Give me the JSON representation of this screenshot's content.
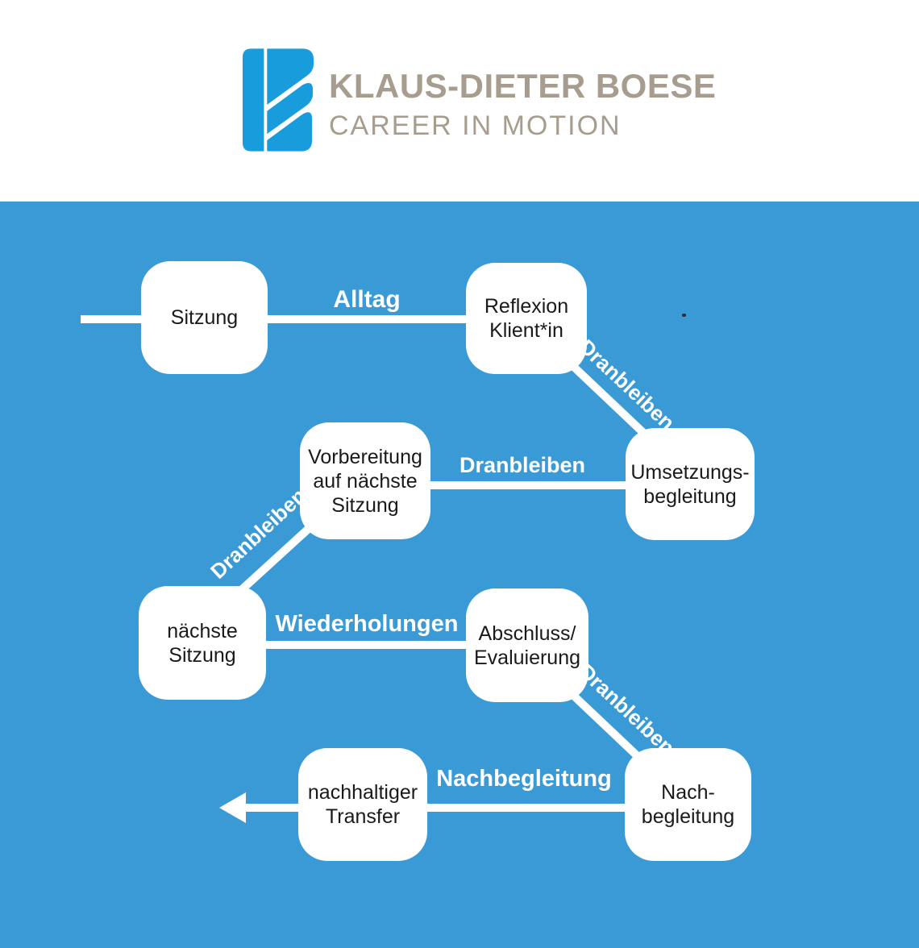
{
  "brand": {
    "name": "KLAUS-DIETER BOESE",
    "tagline": "CAREER IN MOTION",
    "logo_icon": "folded-ribbon-b",
    "logo_color": "#189CDC",
    "text_color": "#A79D8F"
  },
  "colors": {
    "header_background": "#FFFFFF",
    "diagram_background": "#3A9AD6",
    "node_fill": "#FFFFFF",
    "node_text": "#1A1A1A",
    "connector": "#FFFFFF",
    "edge_label_text": "#FFFFFF"
  },
  "diagram": {
    "type": "flowchart",
    "description": "Coaching process loop with entry line at top left and exit arrow at bottom left",
    "nodes": [
      {
        "id": "sitzung",
        "label": "Sitzung"
      },
      {
        "id": "reflexion-klientin",
        "label": "Reflexion\nKlient*in"
      },
      {
        "id": "umsetzungsbegleitung",
        "label": "Umsetzungs-\nbegleitung"
      },
      {
        "id": "vorbereitung-naechste-sitzung",
        "label": "Vorbereitung\nauf nächste\nSitzung"
      },
      {
        "id": "naechste-sitzung",
        "label": "nächste\nSitzung"
      },
      {
        "id": "abschluss-evaluierung",
        "label": "Abschluss/\nEvaluierung"
      },
      {
        "id": "nachbegleitung",
        "label": "Nach-\nbegleitung"
      },
      {
        "id": "nachhaltiger-transfer",
        "label": "nachhaltiger\nTransfer"
      }
    ],
    "edges": [
      {
        "from": "start",
        "to": "sitzung",
        "label": "",
        "shape": "horizontal-stub"
      },
      {
        "from": "sitzung",
        "to": "reflexion-klientin",
        "label": "Alltag",
        "shape": "horizontal"
      },
      {
        "from": "reflexion-klientin",
        "to": "umsetzungsbegleitung",
        "label": "Dranbleiben",
        "shape": "diagonal-down-right"
      },
      {
        "from": "umsetzungsbegleitung",
        "to": "vorbereitung-naechste-sitzung",
        "label": "Dranbleiben",
        "shape": "horizontal"
      },
      {
        "from": "vorbereitung-naechste-sitzung",
        "to": "naechste-sitzung",
        "label": "Dranbleiben",
        "shape": "diagonal-down-left"
      },
      {
        "from": "naechste-sitzung",
        "to": "abschluss-evaluierung",
        "label": "Wiederholungen",
        "shape": "horizontal"
      },
      {
        "from": "abschluss-evaluierung",
        "to": "nachbegleitung",
        "label": "Dranbleiben",
        "shape": "diagonal-down-right"
      },
      {
        "from": "nachbegleitung",
        "to": "nachhaltiger-transfer",
        "label": "Nachbegleitung",
        "shape": "horizontal"
      },
      {
        "from": "nachhaltiger-transfer",
        "to": "exit",
        "label": "",
        "shape": "arrow-left"
      }
    ]
  }
}
